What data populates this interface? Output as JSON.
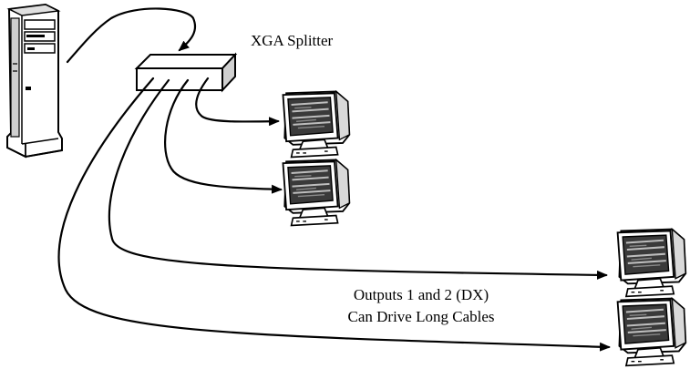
{
  "diagram": {
    "splitter_label": "XGA Splitter",
    "caption": {
      "line1": "Outputs 1 and 2 (DX)",
      "line2": "Can Drive Long Cables"
    }
  },
  "icons": {
    "computer": "computer-tower-icon",
    "splitter": "splitter-box-icon",
    "monitor": "crt-monitor-icon"
  },
  "colors": {
    "line": "#000000",
    "fill": "#ffffff",
    "screen": "#3a3a3a"
  }
}
